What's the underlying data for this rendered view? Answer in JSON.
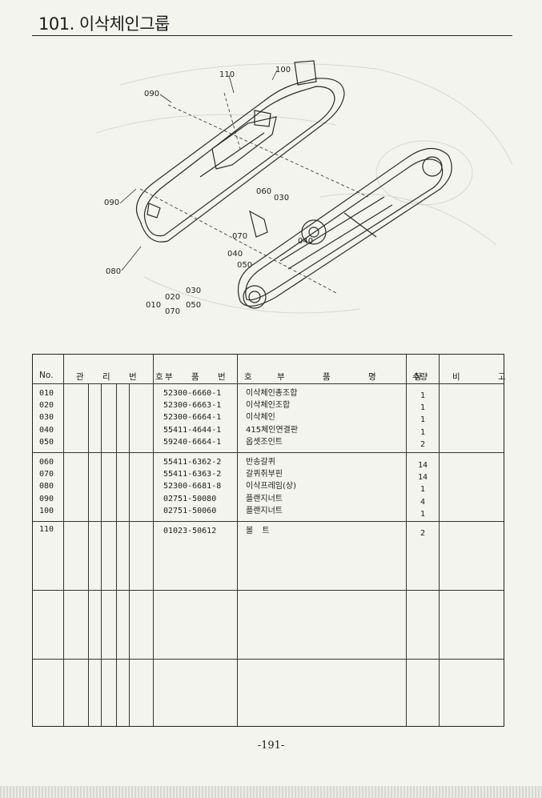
{
  "header": {
    "title": "101. 이삭체인그룹"
  },
  "diagram": {
    "callouts": [
      "110",
      "100",
      "090",
      "090",
      "060",
      "030",
      "070",
      "040",
      "040",
      "050",
      "080",
      "020",
      "030",
      "010",
      "050",
      "070"
    ]
  },
  "table": {
    "headers": {
      "no": "No.",
      "management": "관 리 번 호",
      "part_number": "부 품 번 호",
      "part_name": "부 품 명 칭",
      "qty": "수량",
      "remarks": "비 고"
    },
    "groups": [
      {
        "rows": [
          {
            "no": "010",
            "part": "52300-6660-1",
            "name": "이삭체인총조합",
            "qty": "1"
          },
          {
            "no": "020",
            "part": "52300-6663-1",
            "name": "이삭체인조합",
            "qty": "1"
          },
          {
            "no": "030",
            "part": "52300-6664-1",
            "name": "이삭체인",
            "qty": "1"
          },
          {
            "no": "040",
            "part": "55411-4644-1",
            "name": "415체인연결판",
            "qty": "1"
          },
          {
            "no": "050",
            "part": "59240-6664-1",
            "name": "옵셋조인트",
            "qty": "2"
          }
        ]
      },
      {
        "rows": [
          {
            "no": "060",
            "part": "55411-6362-2",
            "name": "반송갈퀴",
            "qty": "14"
          },
          {
            "no": "070",
            "part": "55411-6363-2",
            "name": "갈퀴취부핀",
            "qty": "14"
          },
          {
            "no": "080",
            "part": "52300-6681-8",
            "name": "이삭프레임(상)",
            "qty": "1"
          },
          {
            "no": "090",
            "part": "02751-50080",
            "name": "플랜지너트",
            "qty": "4"
          },
          {
            "no": "100",
            "part": "02751-50060",
            "name": "플랜지너트",
            "qty": "1"
          }
        ]
      },
      {
        "rows": [
          {
            "no": "110",
            "part": "01023-50612",
            "name": "볼 트",
            "qty": "2"
          }
        ]
      }
    ]
  },
  "footer": {
    "page": "-191-"
  }
}
